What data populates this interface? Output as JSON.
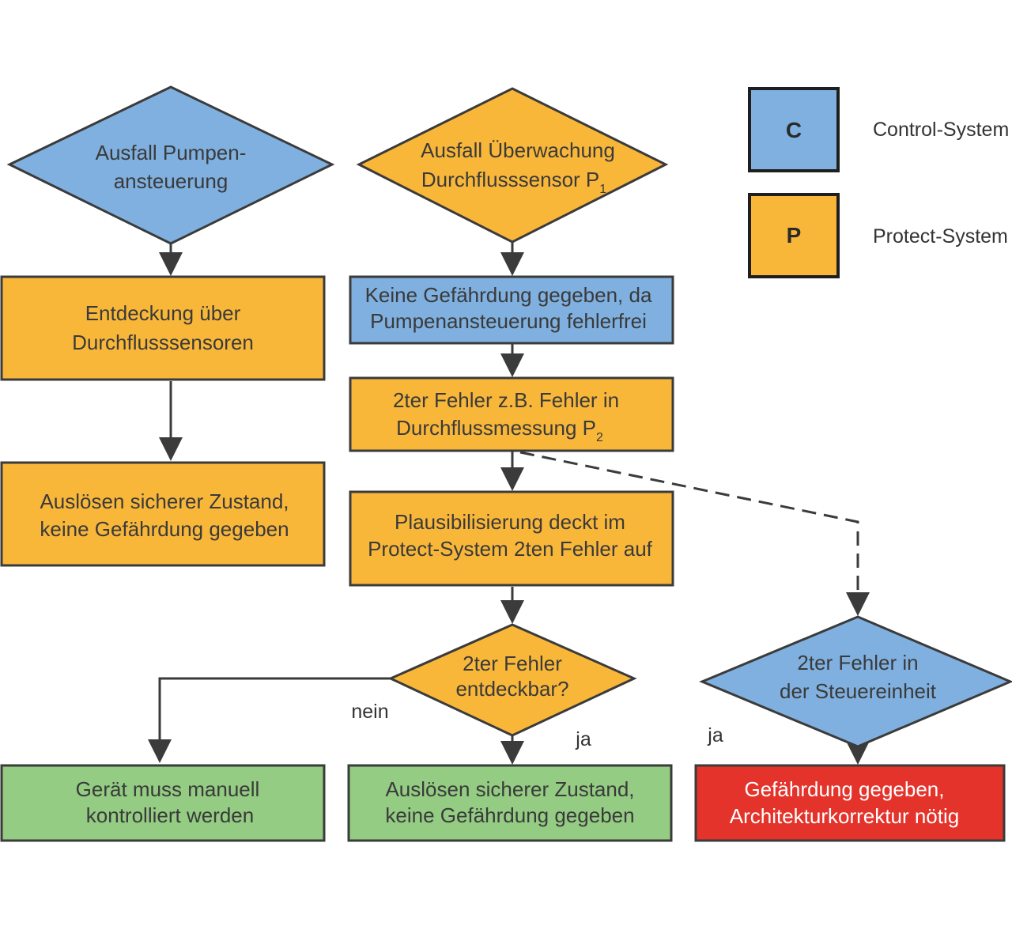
{
  "colors": {
    "blue": "#7fb0df",
    "orange": "#f9b73a",
    "green": "#93cc82",
    "red": "#e4332b",
    "stroke": "#3b3b3b"
  },
  "legend": {
    "control": {
      "letter": "C",
      "label": "Control-System"
    },
    "protect": {
      "letter": "P",
      "label": "Protect-System"
    }
  },
  "nodes": {
    "ausfall_pumpe": {
      "line1": "Ausfall Pumpen-",
      "line2": "ansteuerung"
    },
    "ausfall_ueberwachung": {
      "line1": "Ausfall Überwachung",
      "line2": "Durchflusssensor P",
      "sub": "1"
    },
    "entdeckung": {
      "line1": "Entdeckung über",
      "line2": "Durchflusssensoren"
    },
    "keine_gefaehrdung_da": {
      "line1": "Keine Gefährdung gegeben, da",
      "line2": "Pumpenansteuerung fehlerfrei"
    },
    "ausloesen_links": {
      "line1": "Auslösen sicherer Zustand,",
      "line2": "keine Gefährdung gegeben"
    },
    "zweiter_fehler_mess": {
      "line1": "2ter Fehler z.B. Fehler in",
      "line2": "Durchflussmessung P",
      "sub": "2"
    },
    "plausibilisierung": {
      "line1": "Plausibilisierung deckt im",
      "line2": "Protect-System 2ten Fehler auf"
    },
    "entdeckbar": {
      "line1": "2ter Fehler",
      "line2": "entdeckbar?"
    },
    "steuereinheit": {
      "line1": "2ter Fehler in",
      "line2": "der Steuereinheit"
    },
    "manuell": {
      "line1": "Gerät muss manuell",
      "line2": "kontrolliert werden"
    },
    "ausloesen_mitte": {
      "line1": "Auslösen sicherer Zustand,",
      "line2": "keine Gefährdung gegeben"
    },
    "gefaehrdung": {
      "line1": "Gefährdung gegeben,",
      "line2": "Architekturkorrektur nötig"
    }
  },
  "edge_labels": {
    "nein": "nein",
    "ja_mitte": "ja",
    "ja_rechts": "ja"
  }
}
